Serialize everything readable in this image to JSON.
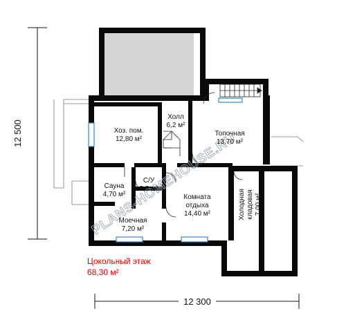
{
  "rooms": {
    "utility": {
      "name": "Хоз. пом.",
      "area": "12,80 м²"
    },
    "hall": {
      "name": "Холл",
      "area": "6,2 м²"
    },
    "boiler": {
      "name": "Топочная",
      "area": "13,70 м²"
    },
    "sauna": {
      "name": "Сауна",
      "area": "4,70 м²"
    },
    "wc": {
      "name": "С/У",
      "area": "2,3 м²"
    },
    "lounge": {
      "name_line1": "Комната",
      "name_line2": "отдыха",
      "area": "14,40 м²"
    },
    "cold_storage": {
      "name_line1": "Холодная",
      "name_line2": "кладовая",
      "area": "7,00 м²"
    },
    "washroom": {
      "name": "Моечная",
      "area": "7,20 м²"
    }
  },
  "floor": {
    "title": "Цокольный этаж",
    "area": "68,30 м²"
  },
  "dimensions": {
    "width": "12 300",
    "height": "12 500"
  },
  "watermark": "PLANS-HOMEHOUSE.RU",
  "colors": {
    "wall": "#0a0a0a",
    "window": "#2f86d6",
    "red_text": "#e00000",
    "shaded": "#d4d4d4"
  }
}
